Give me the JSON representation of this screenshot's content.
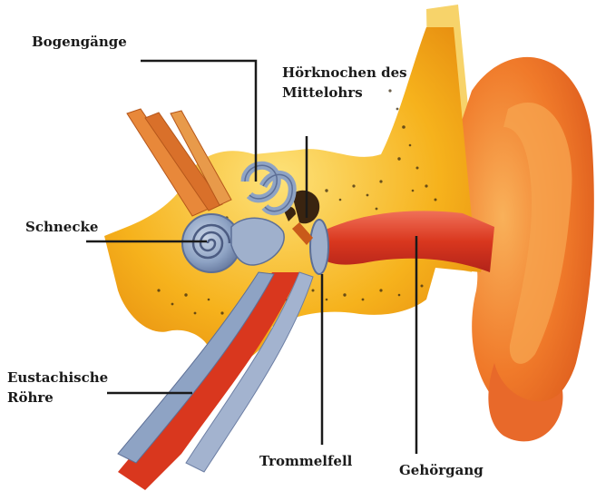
{
  "labels": {
    "bogengaenge": "Bogengänge",
    "hoerknochen_line1": "Hörknochen des",
    "hoerknochen_line2": "Mittelohrs",
    "schnecke": "Schnecke",
    "eustachische_line1": "Eustachische",
    "eustachische_line2": "Röhre",
    "trommelfell": "Trommelfell",
    "gehoergang": "Gehörgang"
  },
  "colors": {
    "background": "#ffffff",
    "bone": "#f6b21c",
    "bone_light": "#fbd24a",
    "auricle": "#f07a2a",
    "auricle_light": "#f7a04a",
    "canal_red": "#d9371e",
    "inner_ear": "#8ea3c4",
    "inner_ear_dark": "#5d6f96",
    "leader_line": "#1a1a1a"
  }
}
